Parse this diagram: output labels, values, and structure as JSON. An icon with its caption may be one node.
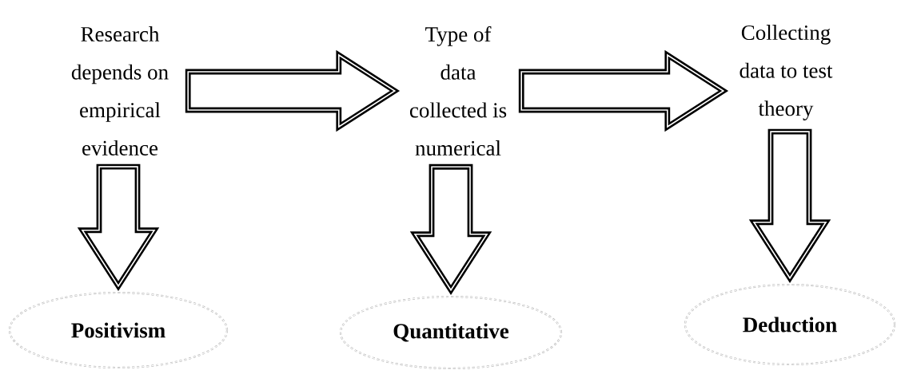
{
  "diagram": {
    "nodes": [
      {
        "text": [
          "Research depends on empirical evidence"
        ]
      },
      {
        "text": [
          "Type of data collected is numerical"
        ]
      },
      {
        "text": [
          "Collecting data to test theory"
        ]
      },
      {
        "text": [
          "Positivism"
        ]
      },
      {
        "text": [
          "Quantitative"
        ]
      },
      {
        "text": [
          "Deduction"
        ]
      }
    ],
    "edges": [
      {
        "from": 0,
        "to": 1,
        "arrow": "to"
      },
      {
        "from": 1,
        "to": 2,
        "arrow": "to"
      },
      {
        "from": 0,
        "to": 3,
        "arrow": "to"
      },
      {
        "from": 1,
        "to": 4,
        "arrow": "to"
      },
      {
        "from": 2,
        "to": 5,
        "arrow": "to"
      }
    ]
  }
}
